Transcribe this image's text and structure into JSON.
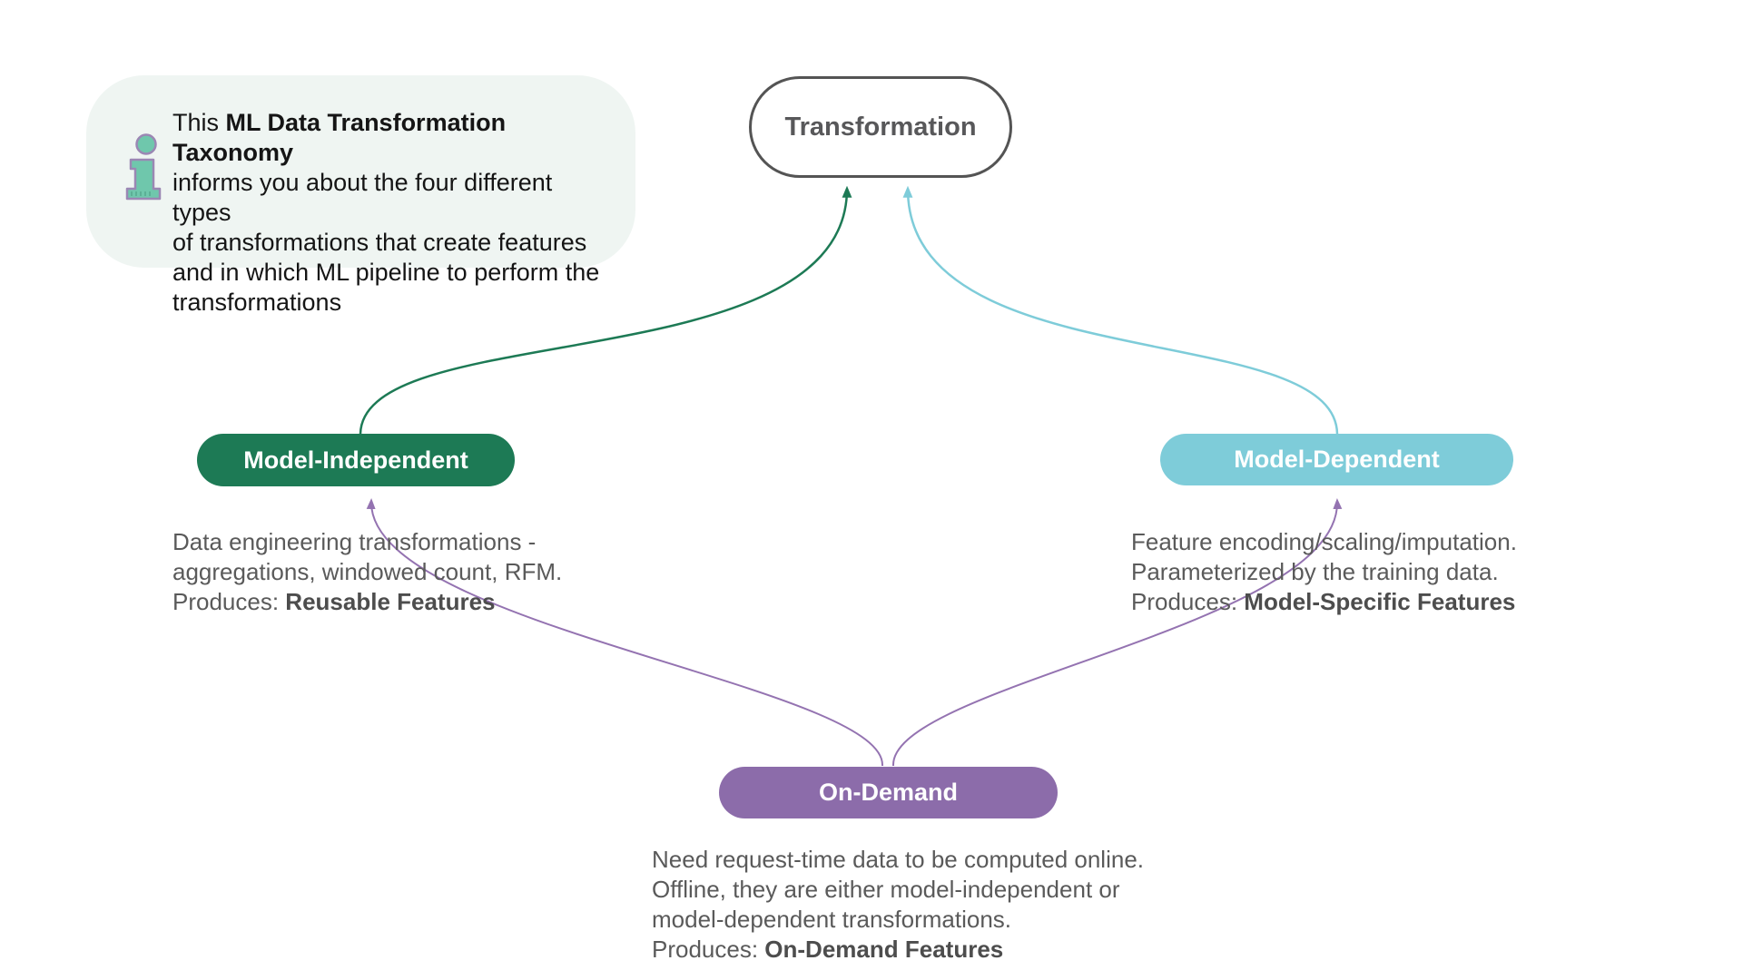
{
  "info_box": {
    "prefix": "This ",
    "bold": "ML Data Transformation Taxonomy",
    "rest": "\ninforms you about the four different types\nof transformations that create features\nand in which ML pipeline to perform the\ntransformations"
  },
  "nodes": {
    "transformation": {
      "label": "Transformation"
    },
    "model_independent": {
      "label": "Model-Independent",
      "desc": "Data engineering transformations -\naggregations, windowed count, RFM.\n",
      "produces_label": "Produces: ",
      "produces_bold": "Reusable Features"
    },
    "model_dependent": {
      "label": "Model-Dependent",
      "desc": "Feature encoding/scaling/imputation.\nParameterized by the training data.\n",
      "produces_label": "Produces: ",
      "produces_bold": "Model-Specific Features"
    },
    "on_demand": {
      "label": "On-Demand",
      "desc": "Need request-time data to be computed online.\nOffline, they are either model-independent or\nmodel-dependent transformations.\n",
      "produces_label": "Produces: ",
      "produces_bold": "On-Demand Features"
    }
  },
  "colors": {
    "green": "#1d7a55",
    "cyan": "#7eccd9",
    "purple": "#9473b1",
    "purple_fill": "#8c6caa",
    "root_border": "#545454",
    "info_bg": "#eff5f2",
    "icon_teal": "#6fc7ac",
    "icon_outline": "#9b87b4"
  }
}
